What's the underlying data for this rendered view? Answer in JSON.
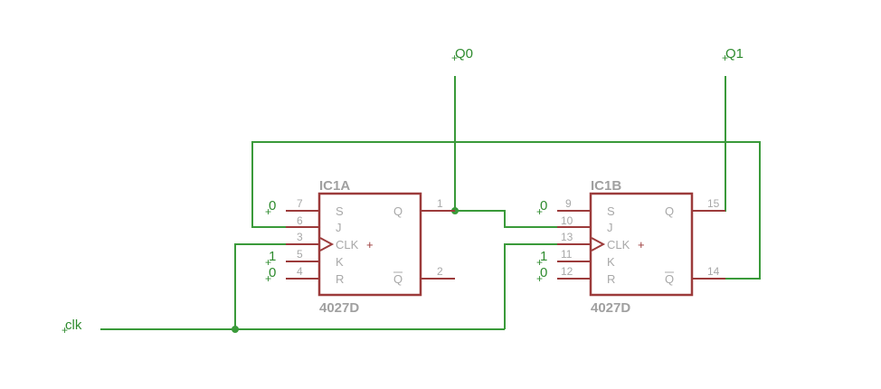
{
  "nets": {
    "q0": "Q0",
    "q1": "Q1",
    "clk": "clk"
  },
  "chips": [
    {
      "name": "IC1A",
      "part": "4027D",
      "pins": {
        "S": "7",
        "J": "6",
        "CLK": "3",
        "K": "5",
        "R": "4",
        "Q": "1",
        "QN": "2"
      },
      "inputs": {
        "S": "0",
        "K": "1",
        "R": "0"
      }
    },
    {
      "name": "IC1B",
      "part": "4027D",
      "pins": {
        "S": "9",
        "J": "10",
        "CLK": "13",
        "K": "11",
        "R": "12",
        "Q": "15",
        "QN": "14"
      },
      "inputs": {
        "S": "0",
        "K": "1",
        "R": "0"
      }
    }
  ],
  "pin_names": {
    "S": "S",
    "J": "J",
    "CLK": "CLK",
    "K": "K",
    "R": "R",
    "Q": "Q",
    "QN": "Q"
  },
  "colors": {
    "wire": "#3a9a3a",
    "part": "#9c3b3b",
    "text": "#a0a0a0",
    "net_label": "#2e8b2e"
  }
}
